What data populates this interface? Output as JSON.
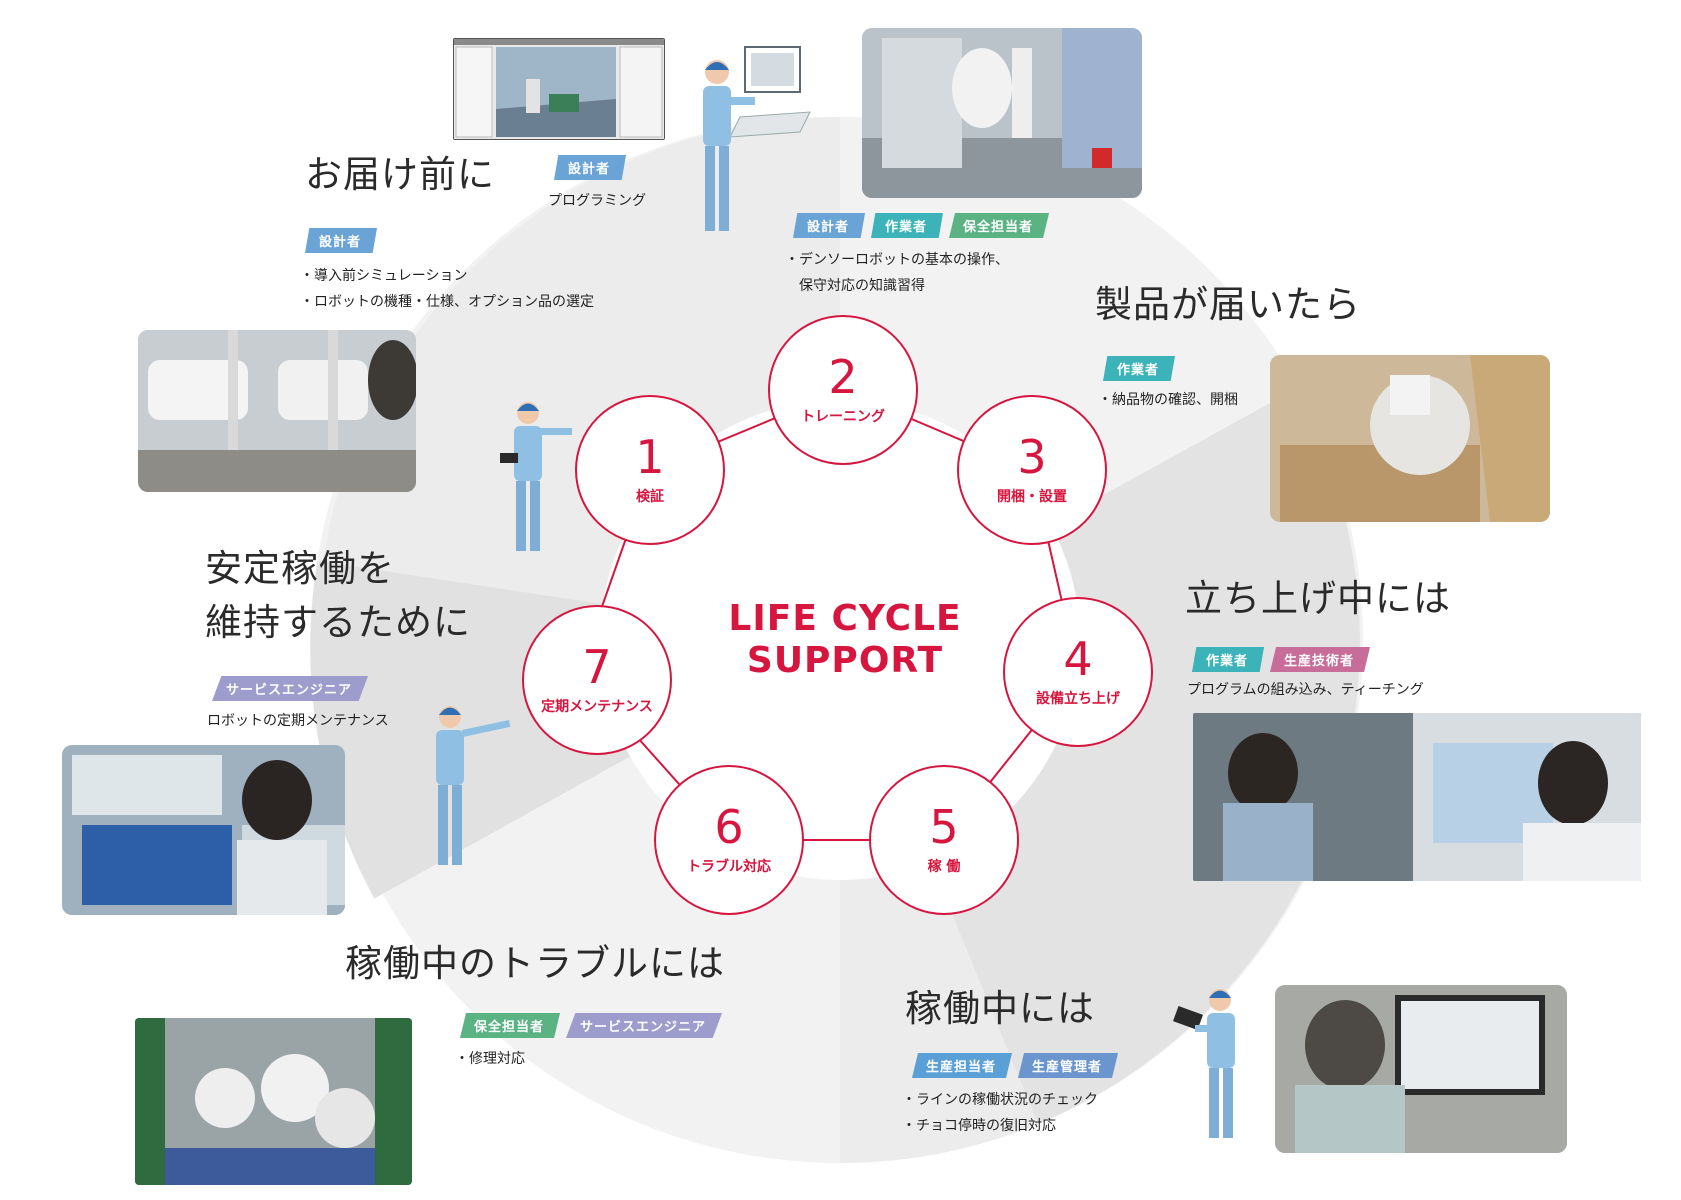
{
  "center": {
    "line1": "LIFE CYCLE",
    "line2": "SUPPORT"
  },
  "nodes": [
    {
      "num": "1",
      "label": "検証"
    },
    {
      "num": "2",
      "label": "トレーニング"
    },
    {
      "num": "3",
      "label": "開梱・設置"
    },
    {
      "num": "4",
      "label": "設備立ち上げ"
    },
    {
      "num": "5",
      "label": "稼 働"
    },
    {
      "num": "6",
      "label": "トラブル対応"
    },
    {
      "num": "7",
      "label": "定期メンテナンス"
    }
  ],
  "sections": {
    "before": {
      "heading": "お届け前に",
      "tag": "設計者",
      "lines": [
        "・導入前シミュレーション",
        "・ロボットの機種・仕様、オプション品の選定"
      ]
    },
    "programming": {
      "tag": "設計者",
      "line": "プログラミング"
    },
    "training": {
      "tags": [
        "設計者",
        "作業者",
        "保全担当者"
      ],
      "lines": [
        "・デンソーロボットの基本の操作、",
        "　保守対応の知識習得"
      ]
    },
    "arrival": {
      "heading": "製品が届いたら",
      "tag": "作業者",
      "line": "・納品物の確認、開梱"
    },
    "startup": {
      "heading": "立ち上げ中には",
      "tags": [
        "作業者",
        "生産技術者"
      ],
      "line": "プログラムの組み込み、ティーチング"
    },
    "operation": {
      "heading": "稼働中には",
      "tags": [
        "生産担当者",
        "生産管理者"
      ],
      "lines": [
        "・ラインの稼働状況のチェック",
        "・チョコ停時の復旧対応"
      ]
    },
    "trouble": {
      "heading": "稼働中のトラブルには",
      "tags": [
        "保全担当者",
        "サービスエンジニア"
      ],
      "line": "・修理対応"
    },
    "maintenance": {
      "heading1": "安定稼働を",
      "heading2": "維持するために",
      "tag": "サービスエンジニア",
      "line": "ロボットの定期メンテナンス"
    }
  },
  "colors": {
    "accent": "#d6163e",
    "tag_designer": "#6aa3d5",
    "tag_worker": "#3bb3b8",
    "tag_maintenance": "#5bb283",
    "tag_engineer": "#c86d9a",
    "tag_service": "#9e9ccc",
    "tag_prod_staff": "#5a9fd6",
    "tag_prod_manager": "#6a95cf"
  }
}
